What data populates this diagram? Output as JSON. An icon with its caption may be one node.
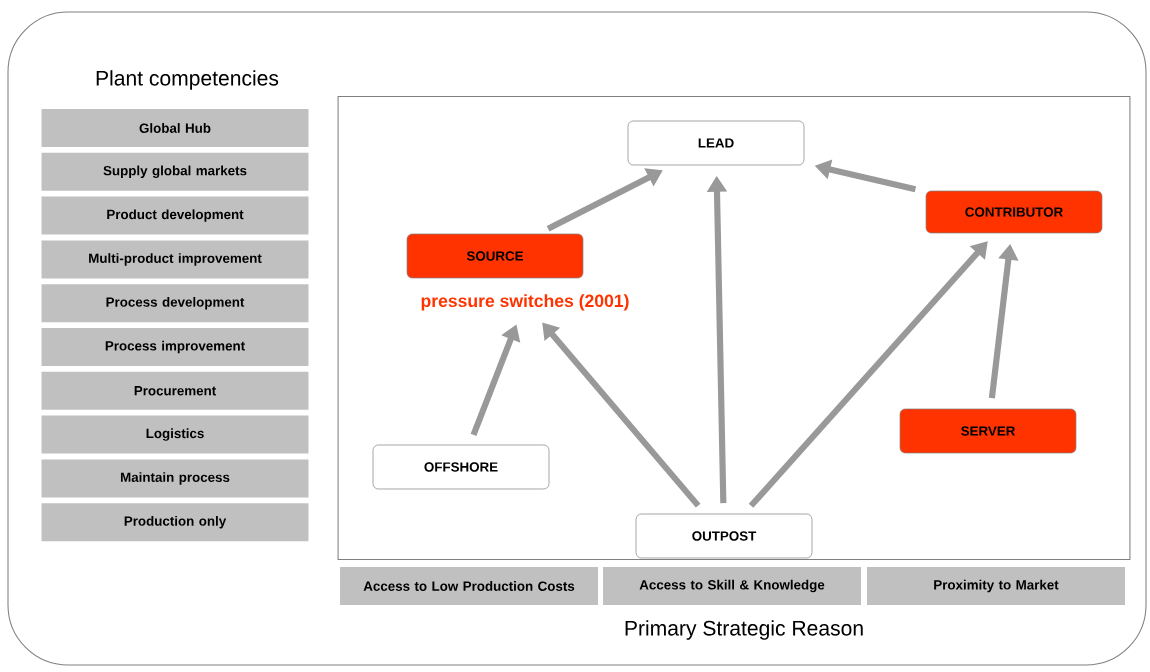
{
  "diagram": {
    "nodes": [
      {
        "text": [],
        "shape": "box"
      },
      {
        "text": [
          "LEAD"
        ],
        "in": 0
      },
      {
        "text": [
          "SOURCE"
        ],
        "in": 0,
        "beside": [
          "pressure switches (2001)"
        ]
      },
      {
        "text": [
          "CONTRIBUTOR"
        ],
        "in": 0
      },
      {
        "text": [
          "OFFSHORE"
        ],
        "in": 0
      },
      {
        "text": [
          "SERVER"
        ],
        "in": 0
      },
      {
        "text": [
          "OUTPOST"
        ],
        "in": 0
      },
      {
        "text": [
          "Global Hub"
        ]
      },
      {
        "text": [
          "Supply global markets"
        ]
      },
      {
        "text": [
          "Product development"
        ]
      },
      {
        "text": [
          "Multi-product improvement"
        ]
      },
      {
        "text": [
          "Process development"
        ]
      },
      {
        "text": [
          "Process improvement"
        ]
      },
      {
        "text": [
          "Procurement"
        ]
      },
      {
        "text": [
          "Logistics"
        ]
      },
      {
        "text": [
          "Maintain process"
        ]
      },
      {
        "text": [
          "Production only"
        ]
      },
      {
        "text": [
          "Access to Low Production Costs"
        ]
      },
      {
        "text": [
          "Access to Skill & Knowledge"
        ]
      },
      {
        "text": [
          "Proximity to Market"
        ]
      }
    ],
    "edges": [
      {
        "from": 4,
        "to": 2,
        "arrow": "to"
      },
      {
        "from": 2,
        "to": 1,
        "arrow": "to"
      },
      {
        "from": 6,
        "to": 2,
        "arrow": "to"
      },
      {
        "from": 6,
        "to": 1,
        "arrow": "to"
      },
      {
        "from": 6,
        "to": 3,
        "arrow": "to"
      },
      {
        "from": 5,
        "to": 3,
        "arrow": "to"
      },
      {
        "from": 3,
        "to": 1,
        "arrow": "to"
      }
    ],
    "labels": [
      "Plant competencies",
      "Primary Strategic Reason"
    ]
  }
}
